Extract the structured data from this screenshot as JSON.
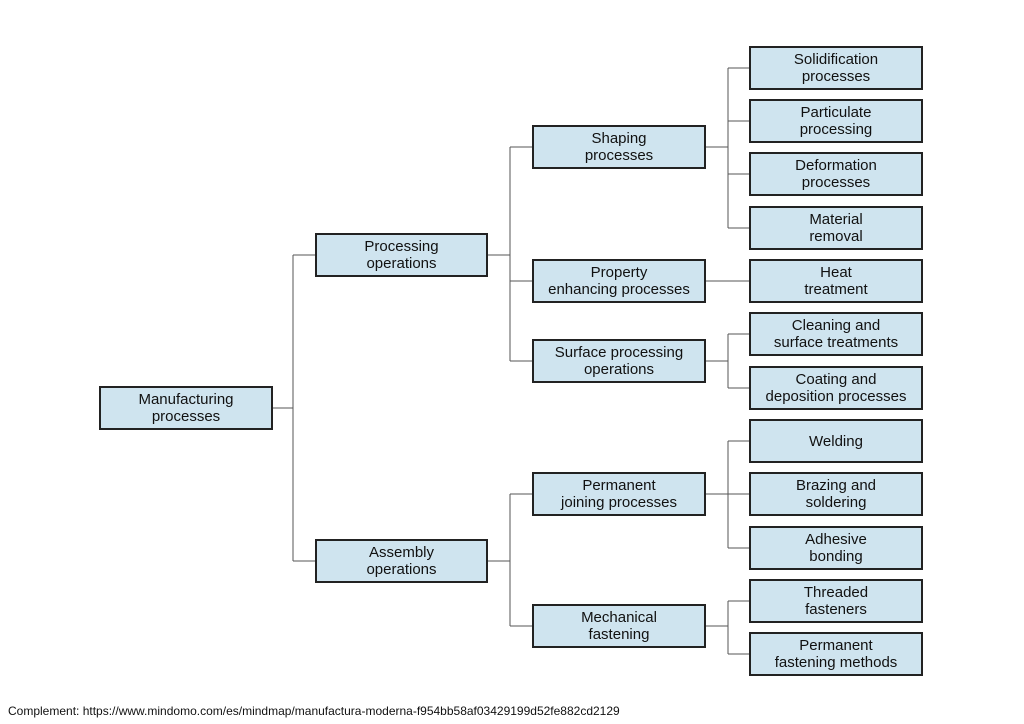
{
  "diagram": {
    "root": "Manufacturing\nprocesses",
    "level1": {
      "processing": "Processing\noperations",
      "assembly": "Assembly\noperations"
    },
    "level2": {
      "shaping": "Shaping\nprocesses",
      "property": "Property\nenhancing processes",
      "surface": "Surface processing\noperations",
      "permanent": "Permanent\njoining processes",
      "mechanical": "Mechanical\nfastening"
    },
    "level3": {
      "solidification": "Solidification\nprocesses",
      "particulate": "Particulate\nprocessing",
      "deformation": "Deformation\nprocesses",
      "material_removal": "Material\nremoval",
      "heat_treatment": "Heat\ntreatment",
      "cleaning": "Cleaning and\nsurface treatments",
      "coating": "Coating and\ndeposition processes",
      "welding": "Welding",
      "brazing": "Brazing and\nsoldering",
      "adhesive": "Adhesive\nbonding",
      "threaded": "Threaded\nfasteners",
      "permanent_fastening": "Permanent\nfastening methods"
    },
    "colors": {
      "box_fill": "#cfe4ef",
      "box_border": "#222222",
      "connector": "#555555"
    }
  },
  "caption": "Complement: https://www.mindomo.com/es/mindmap/manufactura-moderna-f954bb58af03429199d52fe882cd2129"
}
